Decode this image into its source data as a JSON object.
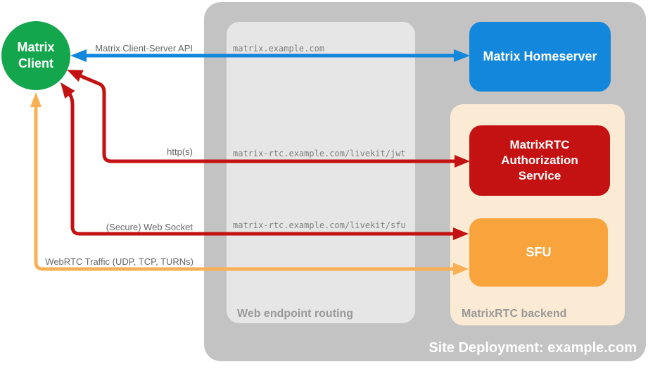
{
  "client": {
    "line1": "Matrix",
    "line2": "Client"
  },
  "homeserver": {
    "label": "Matrix Homeserver"
  },
  "auth_service": {
    "line1": "MatrixRTC",
    "line2": "Authorization",
    "line3": "Service"
  },
  "sfu": {
    "label": "SFU"
  },
  "captions": {
    "web_routing": "Web endpoint routing",
    "rtc_backend": "MatrixRTC backend",
    "site_deployment": "Site Deployment: example.com"
  },
  "routes": {
    "homeserver": "matrix.example.com",
    "auth": "matrix-rtc.example.com/livekit/jwt",
    "sfu": "matrix-rtc.example.com/livekit/sfu"
  },
  "edges": {
    "cs_api": "Matrix Client-Server API",
    "https": "http(s)",
    "websocket": "(Secure) Web Socket",
    "webrtc": "WebRTC Traffic (UDP, TCP, TURNs)"
  },
  "colors": {
    "client_green": "#14a64d",
    "homeserver_blue": "#1287db",
    "auth_red": "#c41212",
    "sfu_orange": "#f8a33c",
    "webrtc_arrow_orange": "#f9b054",
    "backend_peach": "#fcebd4",
    "outer_gray": "#c3c3c3",
    "inner_gray": "#e6e6e6",
    "edge_label_gray": "#666666",
    "route_text_gray": "#7f7f7f",
    "caption_gray": "#999999"
  }
}
